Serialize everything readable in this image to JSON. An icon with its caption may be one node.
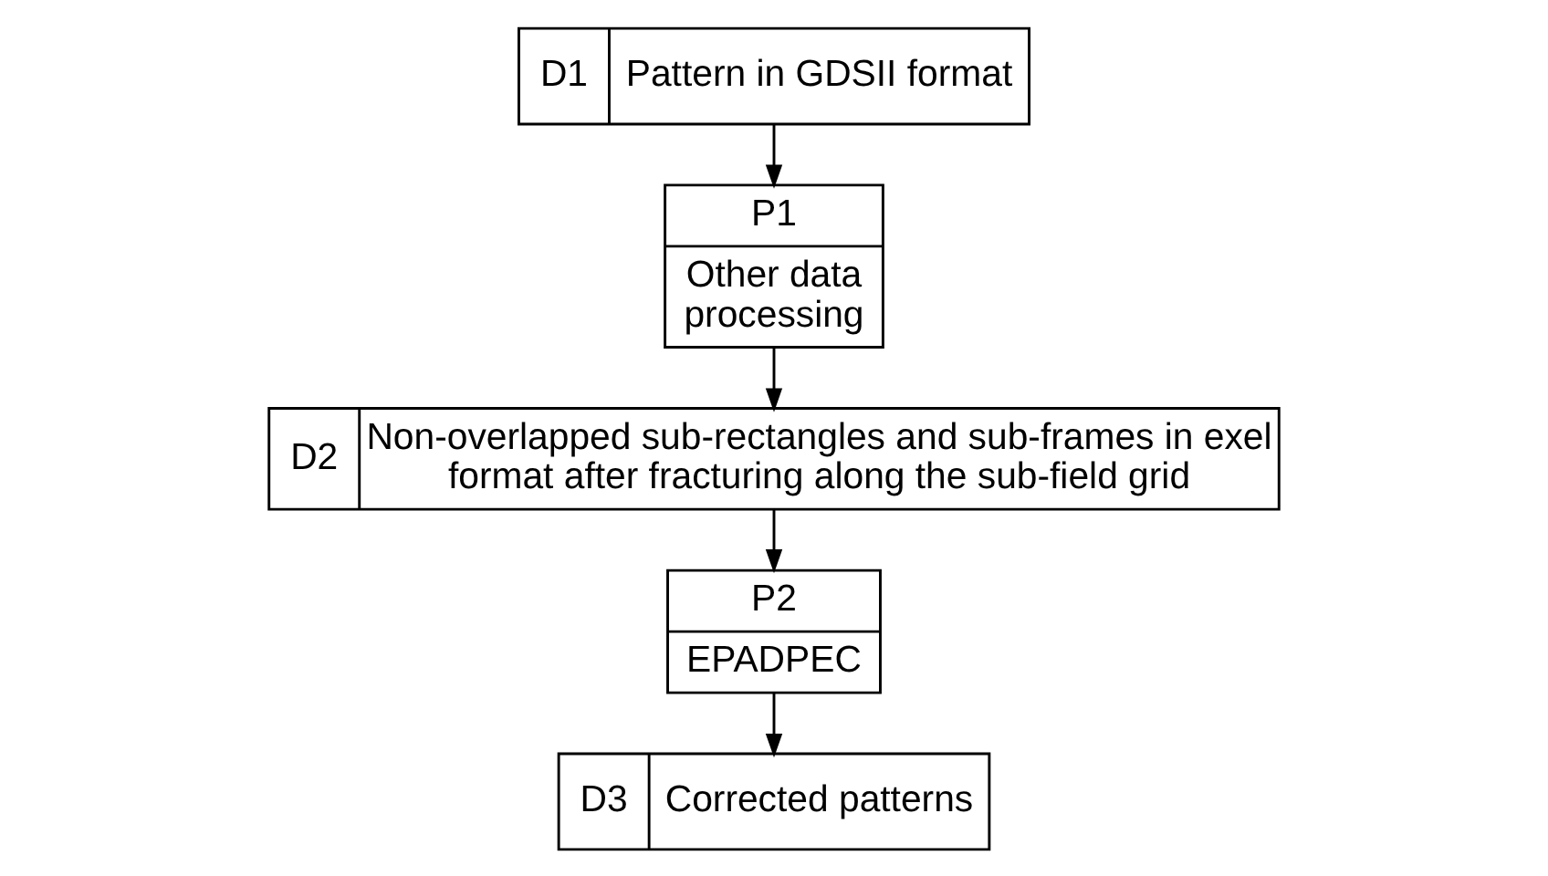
{
  "diagram": {
    "nodes": [
      {
        "text": [
          "D1",
          "Pattern in GDSII format"
        ]
      },
      {
        "text": [
          "P1",
          "Other data processing"
        ]
      },
      {
        "text": [
          "D2",
          "Non-overlapped sub-rectangles and sub-frames in exel format after fracturing along the sub-field grid"
        ]
      },
      {
        "text": [
          "P2",
          "EPADPEC"
        ]
      },
      {
        "text": [
          "D3",
          "Corrected patterns"
        ]
      }
    ],
    "edges": [
      {
        "from": 0,
        "to": 1,
        "arrow": "to"
      },
      {
        "from": 1,
        "to": 2,
        "arrow": "to"
      },
      {
        "from": 2,
        "to": 3,
        "arrow": "to"
      },
      {
        "from": 3,
        "to": 4,
        "arrow": "to"
      }
    ]
  }
}
